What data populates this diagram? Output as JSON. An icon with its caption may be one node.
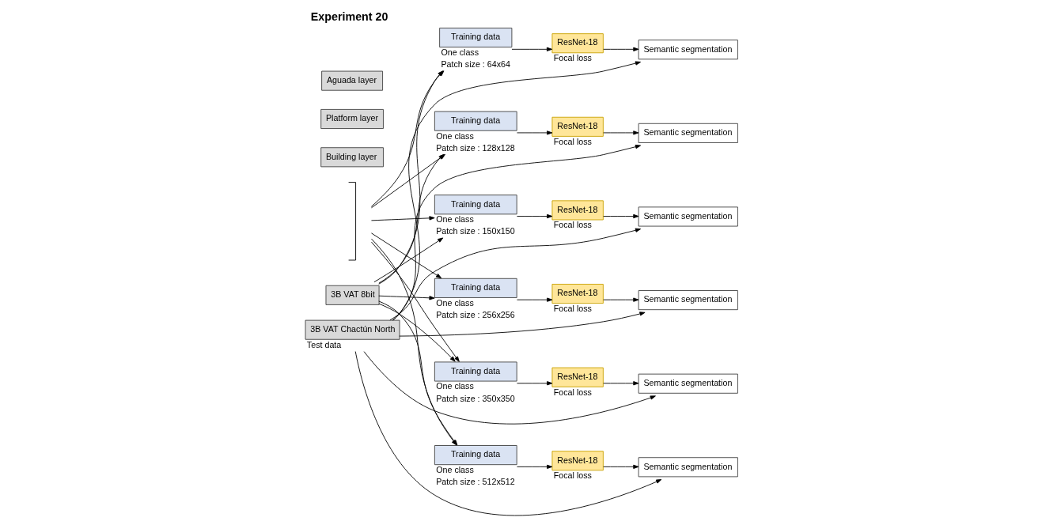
{
  "diagram": {
    "title": "Experiment 20",
    "nodes": [
      {
        "text": [
          "3B VAT 8bit"
        ]
      },
      {
        "text": [
          "Building layer"
        ]
      },
      {
        "text": [
          "Platform layer"
        ]
      },
      {
        "text": [
          "Aguada layer"
        ]
      },
      {
        "text": [],
        "shape": "bracket"
      },
      {
        "text": [
          "Training data"
        ],
        "beside": [
          "One class",
          "Patch size : 64x64"
        ]
      },
      {
        "text": [
          "ResNet-18"
        ],
        "beside": [
          "Focal loss"
        ]
      },
      {
        "text": [
          "Semantic segmentation"
        ]
      },
      {
        "text": [
          "Training data"
        ],
        "beside": [
          "One class",
          "Patch size : 128x128"
        ]
      },
      {
        "text": [
          "ResNet-18"
        ],
        "beside": [
          "Focal loss"
        ]
      },
      {
        "text": [
          "Semantic segmentation"
        ]
      },
      {
        "text": [
          "Training data"
        ],
        "beside": [
          "One class",
          "Patch size : 150x150"
        ]
      },
      {
        "text": [
          "ResNet-18"
        ],
        "beside": [
          "Focal loss"
        ]
      },
      {
        "text": [
          "Semantic segmentation"
        ]
      },
      {
        "text": [
          "Training data"
        ],
        "beside": [
          "One class",
          "Patch size : 256x256"
        ]
      },
      {
        "text": [
          "ResNet-18"
        ],
        "beside": [
          "Focal loss"
        ]
      },
      {
        "text": [
          "Semantic segmentation"
        ]
      },
      {
        "text": [
          "Training data"
        ],
        "beside": [
          "One class",
          "Patch size : 350x350"
        ]
      },
      {
        "text": [
          "ResNet-18"
        ],
        "beside": [
          "Focal loss"
        ]
      },
      {
        "text": [
          "Semantic segmentation"
        ]
      },
      {
        "text": [
          "Training data"
        ],
        "beside": [
          "One class",
          "Patch size : 512x512"
        ]
      },
      {
        "text": [
          "ResNet-18"
        ],
        "beside": [
          "Focal loss"
        ]
      },
      {
        "text": [
          "Semantic segmentation"
        ]
      },
      {
        "text": [
          "3B VAT Chactún North"
        ],
        "beside": [
          "Test data"
        ]
      }
    ],
    "edges": [
      {
        "from": 0,
        "to": 5,
        "arrow": "to"
      },
      {
        "from": 0,
        "to": 8,
        "arrow": "to"
      },
      {
        "from": 0,
        "to": 11,
        "arrow": "to"
      },
      {
        "from": 0,
        "to": 14,
        "arrow": "to"
      },
      {
        "from": 0,
        "to": 17,
        "arrow": "to"
      },
      {
        "from": 0,
        "to": 20,
        "arrow": "to"
      },
      {
        "from": 4,
        "to": 5,
        "arrow": "to"
      },
      {
        "from": 4,
        "to": 8,
        "arrow": "to"
      },
      {
        "from": 4,
        "to": 11,
        "arrow": "to"
      },
      {
        "from": 4,
        "to": 14,
        "arrow": "to"
      },
      {
        "from": 4,
        "to": 17,
        "arrow": "to"
      },
      {
        "from": 4,
        "to": 20,
        "arrow": "to"
      },
      {
        "from": 5,
        "to": 6,
        "arrow": "to"
      },
      {
        "from": 6,
        "to": 7,
        "arrow": "to"
      },
      {
        "from": 8,
        "to": 9,
        "arrow": "to"
      },
      {
        "from": 9,
        "to": 10,
        "arrow": "to"
      },
      {
        "from": 11,
        "to": 12,
        "arrow": "to"
      },
      {
        "from": 12,
        "to": 13,
        "arrow": "to"
      },
      {
        "from": 14,
        "to": 15,
        "arrow": "to"
      },
      {
        "from": 15,
        "to": 16,
        "arrow": "to"
      },
      {
        "from": 17,
        "to": 18,
        "arrow": "to"
      },
      {
        "from": 18,
        "to": 19,
        "arrow": "to"
      },
      {
        "from": 20,
        "to": 21,
        "arrow": "to"
      },
      {
        "from": 21,
        "to": 22,
        "arrow": "to"
      },
      {
        "from": 23,
        "to": 7,
        "arrow": "to"
      },
      {
        "from": 23,
        "to": 10,
        "arrow": "to"
      },
      {
        "from": 23,
        "to": 13,
        "arrow": "to"
      },
      {
        "from": 23,
        "to": 16,
        "arrow": "to"
      },
      {
        "from": 23,
        "to": 19,
        "arrow": "to"
      },
      {
        "from": 23,
        "to": 22,
        "arrow": "to"
      }
    ]
  }
}
